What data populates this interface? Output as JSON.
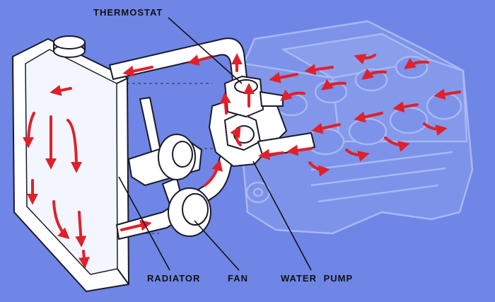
{
  "labels": {
    "thermostat": "THERMOSTAT",
    "radiator": "RADIATOR",
    "fan": "FAN",
    "water_pump": "WATER PUMP"
  },
  "colors": {
    "background": "#6f86e6",
    "engine_line": "#9fb1f0",
    "engine_fill": "#7d92e9",
    "part_fill": "#ffffff",
    "part_line": "#1a1a2a",
    "flow_arrow": "#e0202a"
  },
  "icons": {
    "flow": "red-flow-arrow"
  }
}
